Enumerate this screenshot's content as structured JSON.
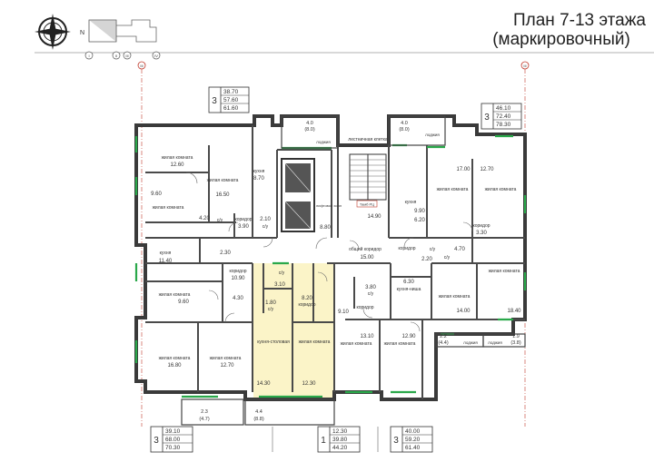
{
  "title": {
    "line1": "План 7-13 этажа",
    "line2": "(маркировочный)"
  },
  "compass": {
    "letter": "N"
  },
  "axes": [
    "I",
    "II",
    "III",
    "IV"
  ],
  "axis_right": "III",
  "apartments": [
    {
      "id": "tl",
      "rooms": "3",
      "values": [
        "38.70",
        "57.60",
        "61.60"
      ]
    },
    {
      "id": "tr",
      "rooms": "3",
      "values": [
        "46.10",
        "72.40",
        "78.30"
      ]
    },
    {
      "id": "bl",
      "rooms": "3",
      "values": [
        "39.10",
        "68.00",
        "70.30"
      ]
    },
    {
      "id": "bc",
      "rooms": "1",
      "values": [
        "12.30",
        "39.80",
        "44.20"
      ]
    },
    {
      "id": "br",
      "rooms": "3",
      "values": [
        "40.00",
        "59.20",
        "61.40"
      ]
    }
  ],
  "rooms": [
    {
      "label": "жилая комната",
      "area": "12.60"
    },
    {
      "label": "",
      "area": "9.60"
    },
    {
      "label": "жилая комната",
      "area": ""
    },
    {
      "label": "жилая комната",
      "area": "16.50"
    },
    {
      "label": "кухня",
      "area": "8.70"
    },
    {
      "label": "",
      "area": "4.20"
    },
    {
      "label": "с/у",
      "area": ""
    },
    {
      "label": "коридор",
      "area": "3.90"
    },
    {
      "label": "",
      "area": "2.10"
    },
    {
      "label": "с/у",
      "area": ""
    },
    {
      "label": "лифтовой холл",
      "area": "8.80"
    },
    {
      "label": "лестничная клетка",
      "area": ""
    },
    {
      "label": "Тамб РЦ",
      "area": ""
    },
    {
      "label": "",
      "area": "14.90"
    },
    {
      "label": "кухня",
      "area": "9.90"
    },
    {
      "label": "",
      "area": "6.20"
    },
    {
      "label": "",
      "area": "17.00"
    },
    {
      "label": "жилая комната",
      "area": ""
    },
    {
      "label": "",
      "area": "12.70"
    },
    {
      "label": "жилая комната",
      "area": ""
    },
    {
      "label": "коридор",
      "area": "3.30"
    },
    {
      "label": "кухня",
      "area": "11.40"
    },
    {
      "label": "",
      "area": "2.30"
    },
    {
      "label": "коридор",
      "area": "10.90"
    },
    {
      "label": "жилая комната",
      "area": "9.60"
    },
    {
      "label": "",
      "area": "4.30"
    },
    {
      "label": "",
      "area": "3.10"
    },
    {
      "label": "",
      "area": "8.20"
    },
    {
      "label": "коридор",
      "area": ""
    },
    {
      "label": "с/у",
      "area": ""
    },
    {
      "label": "",
      "area": "1.80"
    },
    {
      "label": "с/у",
      "area": ""
    },
    {
      "label": "общий коридор",
      "area": "15.00"
    },
    {
      "label": "коридор",
      "area": ""
    },
    {
      "label": "",
      "area": "2.20"
    },
    {
      "label": "с/у",
      "area": ""
    },
    {
      "label": "",
      "area": "4.70"
    },
    {
      "label": "с/у",
      "area": ""
    },
    {
      "label": "",
      "area": "3.80"
    },
    {
      "label": "с/у",
      "area": ""
    },
    {
      "label": "",
      "area": "6.30"
    },
    {
      "label": "кухня-ниша",
      "area": ""
    },
    {
      "label": "жилая комната",
      "area": ""
    },
    {
      "label": "жилая комната",
      "area": ""
    },
    {
      "label": "",
      "area": "18.40"
    },
    {
      "label": "",
      "area": "14.00"
    },
    {
      "label": "коридор",
      "area": "9.10"
    },
    {
      "label": "жилая комната",
      "area": "16.80"
    },
    {
      "label": "жилая комната",
      "area": "12.70"
    },
    {
      "label": "кухня-столовая",
      "area": "14.30"
    },
    {
      "label": "жилая комната",
      "area": "12.30"
    },
    {
      "label": "жилая комната",
      "area": "13.10"
    },
    {
      "label": "жилая комната",
      "area": "12.90"
    }
  ],
  "balconies": [
    {
      "id": "top-left",
      "area": "4.0",
      "sub": "(8.0)",
      "label": "лоджия"
    },
    {
      "id": "top-right",
      "area": "4.0",
      "sub": "(8.0)",
      "label": "лоджия"
    },
    {
      "id": "bl-small",
      "area": "2.3",
      "sub": "(4.7)",
      "label": ""
    },
    {
      "id": "bl-big",
      "area": "4.4",
      "sub": "(8.8)",
      "label": ""
    },
    {
      "id": "br-left",
      "area": "2.2",
      "sub": "(4.4)",
      "label": "лоджия"
    },
    {
      "id": "br-right",
      "area": "1.9",
      "sub": "(3.8)",
      "label": "лоджия"
    }
  ],
  "colors": {
    "window": "#2aa84a",
    "highlight": "#fbf4c8",
    "wall": "#3a3a3a",
    "axis": "#c0392b"
  }
}
